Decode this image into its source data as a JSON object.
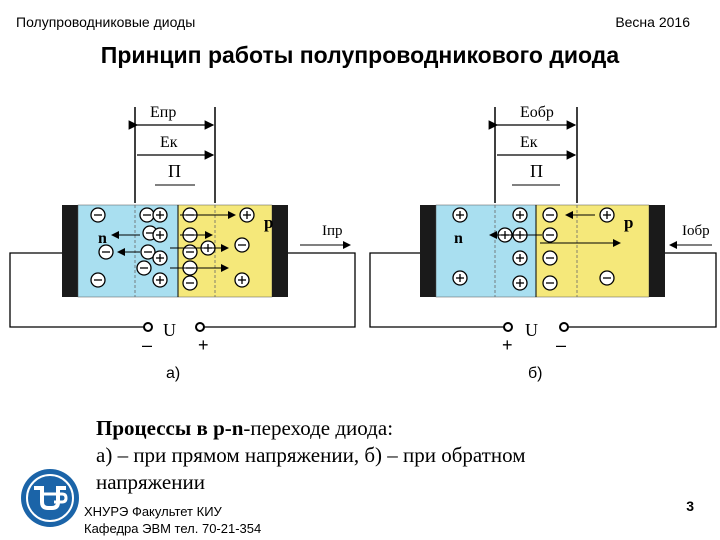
{
  "header": {
    "left": "Полупроводниковые диоды",
    "right": "Весна 2016"
  },
  "title": "Принцип работы полупроводникового диода",
  "diagram_a": {
    "e_top": "Eпр",
    "e_k": "Eк",
    "pi": "П",
    "n_label": "n",
    "p_label": "p",
    "current": "Iпр",
    "u_label": "U",
    "minus": "–",
    "plus": "+",
    "caption": "а)"
  },
  "diagram_b": {
    "e_top": "Eобр",
    "e_k": "Eк",
    "pi": "П",
    "n_label": "n",
    "p_label": "p",
    "current": "Iобр",
    "u_label": "U",
    "plus": "+",
    "minus": "–",
    "caption": "б)"
  },
  "caption": {
    "bold_part": "Процессы в р-n",
    "rest_line1": "-переходе диода:",
    "line2": "а) – при прямом  напряжении, б) – при обратном",
    "line3": "напряжении"
  },
  "footer": {
    "line1": "ХНУРЭ Факультет КИУ",
    "line2": "Кафедра ЭВМ   тел. 70-21-354"
  },
  "page_number": "3",
  "colors": {
    "n_region": "#a9dff0",
    "p_region": "#f5e87a",
    "terminal": "#1a1a1a",
    "logo": "#1b64a8"
  }
}
